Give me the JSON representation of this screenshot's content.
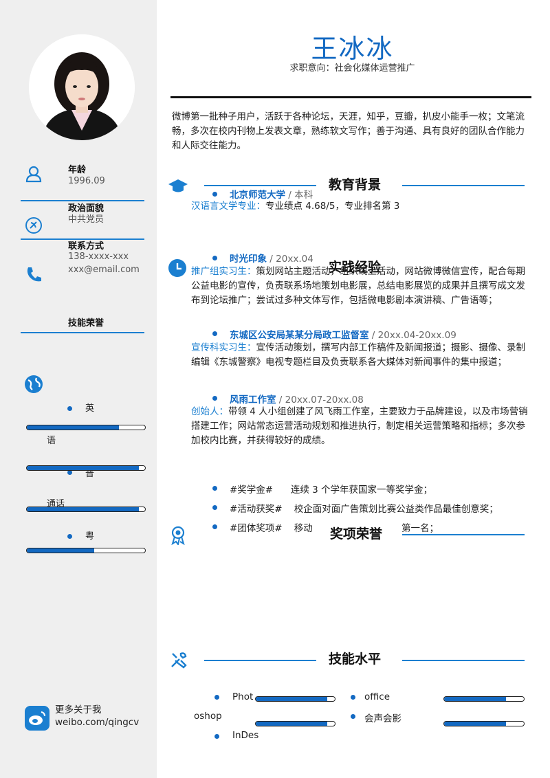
{
  "header": {
    "name": "王冰冰",
    "intent_label": "求职意向：",
    "intent_value": "社会化媒体运营推广"
  },
  "intro": "微博第一批种子用户，活跃于各种论坛，天涯，知乎，豆瓣，扒皮小能手一枚；文笔流畅，多次在校内刊物上发表文章，熟练软文写作；善于沟通、具有良好的团队合作能力和人际交往能力。",
  "sidebar": {
    "age_label": "年龄",
    "age_value": "1996.09",
    "political_label": "政治面貌",
    "political_value": "中共党员",
    "contact_label": "联系方式",
    "phone": "138-xxxx-xxx",
    "email": "xxx@email.com",
    "skills_title": "技能荣誉",
    "languages": [
      {
        "label": "英",
        "label2": "语",
        "level": 0.78
      },
      {
        "label": "普",
        "label2": "通话",
        "level": 0.95
      },
      {
        "label": "粤",
        "label2": "",
        "level": 0.57
      }
    ],
    "weibo_label": "更多关于我",
    "weibo_handle": "weibo.com/qingcv"
  },
  "sections": {
    "education": "教育背景",
    "experience": "实践经验",
    "awards": "奖项荣誉",
    "skills": "技能水平"
  },
  "education": {
    "school": "北京师范大学",
    "sep": "/",
    "degree": "本科",
    "major": "汉语言文学专业：",
    "detail": "专业绩点 4.68/5，专业排名第 3"
  },
  "experience": [
    {
      "org": "时光印象",
      "sep": "/",
      "date": "20xx.04",
      "role": "推广组实习生：",
      "desc": "策划网站主题活动，组织线上活动，网站微博微信宣传，配合每期公益电影的宣传，负责联系场地策划电影展，总结电影展览的成果并且撰写成文发布到论坛推广；尝试过多种文体写作，包括微电影剧本演讲稿、广告语等；"
    },
    {
      "org": "东城区公安局某某分局政工监督室",
      "sep": "/",
      "date": "20xx.04-20xx.09",
      "role": "宣传科实习生：",
      "desc": "宣传活动策划，撰写内部工作稿件及新闻报道；摄影、摄像、录制编辑《东城警察》电视专题栏目及负责联系各大媒体对新闻事件的集中报道；"
    },
    {
      "org": "风雨工作室",
      "sep": "/",
      "date": "20xx.07-20xx.08",
      "role": "创始人：",
      "desc": "带领 4 人小组创建了风飞雨工作室，主要致力于品牌建设，以及市场营销搭建工作；网站常态运营活动规划和推进执行，制定相关运营策略和指标；多次参加校内比赛，并获得较好的成绩。"
    }
  ],
  "awards": [
    {
      "tag": "#奖学金#",
      "text": "连续 3 个学年获国家一等奖学金；"
    },
    {
      "tag": "#活动获奖#",
      "text": "校企面对面广告策划比赛公益类作品最佳创意奖；"
    },
    {
      "tag": "#团体奖项#",
      "text": "移动",
      "text_tail": "第一名；"
    }
  ],
  "skills": [
    {
      "label": "Phot",
      "label2": "oshop",
      "level": 0.9
    },
    {
      "label": "office",
      "label2": "",
      "level": 0.78
    },
    {
      "label": "InDes",
      "label2": "",
      "level": 0.9
    },
    {
      "label": "会声会影",
      "label2": "",
      "level": 0.78
    }
  ],
  "colors": {
    "accent": "#1369c2",
    "sidebar_bg": "#efefef",
    "line": "#1b7fd0"
  },
  "icons": [
    "user-icon",
    "party-emblem-icon",
    "phone-icon",
    "globe-icon",
    "weibo-icon",
    "graduation-cap-icon",
    "clock-icon",
    "award-ribbon-icon",
    "tools-icon"
  ]
}
